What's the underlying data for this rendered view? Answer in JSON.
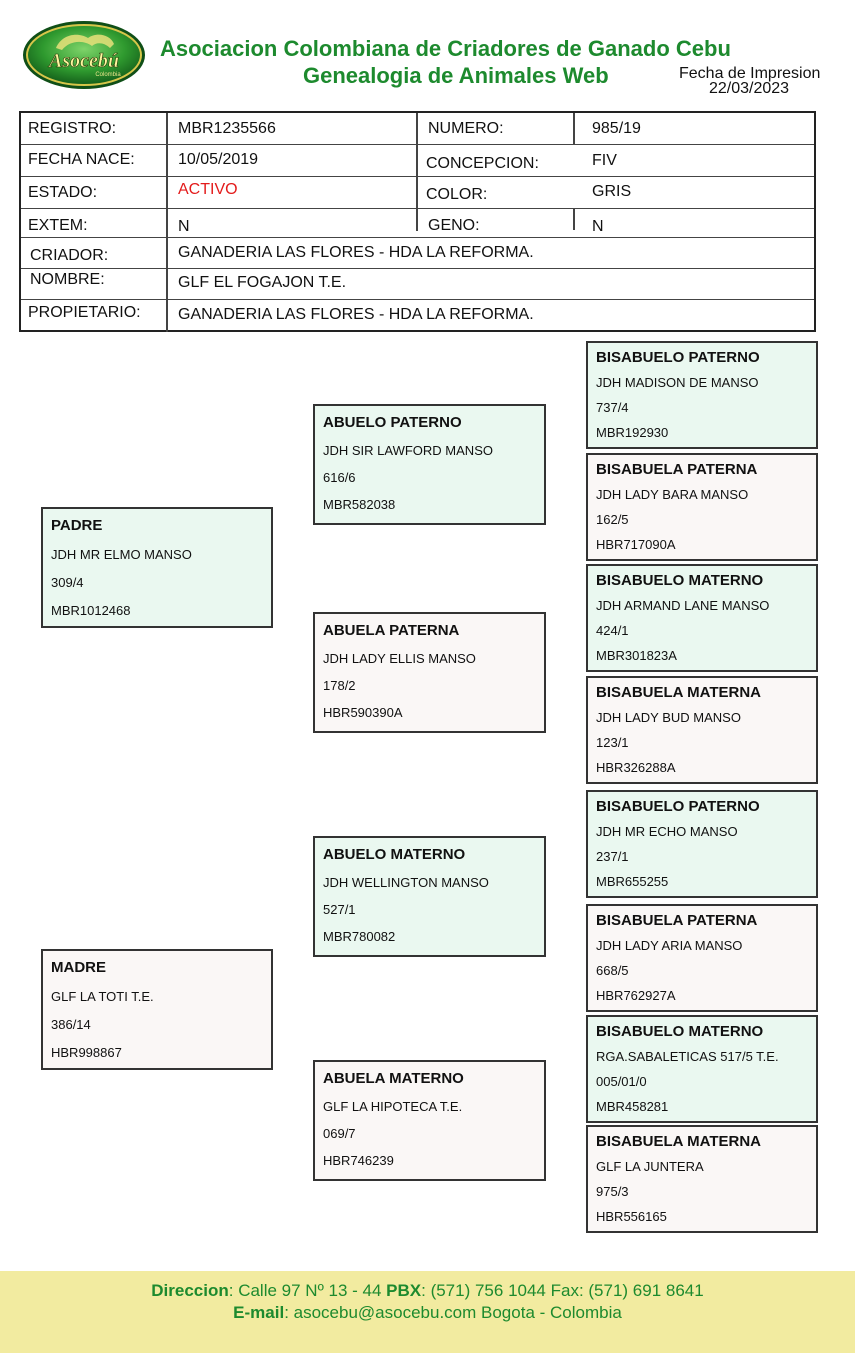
{
  "header": {
    "logo_text": "Asocebú",
    "logo_sub": "Colombia",
    "title_line1": "Asociacion Colombiana de Criadores de Ganado Cebu",
    "title_line2": "Genealogia de Animales Web",
    "print_label": "Fecha de Impresion",
    "print_date": "22/03/2023"
  },
  "info": {
    "registro_label": "REGISTRO:",
    "registro": "MBR1235566",
    "numero_label": "NUMERO:",
    "numero": "985/19",
    "fecha_label": "FECHA NACE:",
    "fecha": "10/05/2019",
    "concepcion_label": "CONCEPCION:",
    "concepcion": "FIV",
    "estado_label": "ESTADO:",
    "estado": "ACTIVO",
    "color_label": "COLOR:",
    "color": "GRIS",
    "extem_label": "EXTEM:",
    "extem": "N",
    "geno_label": "GENO:",
    "geno": "N",
    "criador_label": "CRIADOR:",
    "criador": "GANADERIA LAS FLORES - HDA LA REFORMA.",
    "nombre_label": "NOMBRE:",
    "nombre": "GLF EL FOGAJON T.E.",
    "propietario_label": "PROPIETARIO:",
    "propietario": "GANADERIA LAS FLORES - HDA LA REFORMA."
  },
  "pedigree": {
    "padre": {
      "title": "PADRE",
      "name": "JDH MR ELMO MANSO",
      "number": "309/4",
      "reg": "MBR1012468"
    },
    "madre": {
      "title": "MADRE",
      "name": "GLF LA TOTI T.E.",
      "number": "386/14",
      "reg": "HBR998867"
    },
    "abuelo_paterno": {
      "title": "ABUELO PATERNO",
      "name": "JDH SIR LAWFORD MANSO",
      "number": "616/6",
      "reg": "MBR582038"
    },
    "abuela_paterna": {
      "title": "ABUELA PATERNA",
      "name": "JDH LADY ELLIS MANSO",
      "number": "178/2",
      "reg": "HBR590390A"
    },
    "abuelo_materno": {
      "title": "ABUELO MATERNO",
      "name": "JDH WELLINGTON MANSO",
      "number": "527/1",
      "reg": "MBR780082"
    },
    "abuela_materna": {
      "title": "ABUELA MATERNO",
      "name": "GLF LA HIPOTECA T.E.",
      "number": "069/7",
      "reg": "HBR746239"
    },
    "bisabuelos": [
      {
        "title": "BISABUELO PATERNO",
        "name": "JDH MADISON DE MANSO",
        "number": "737/4",
        "reg": "MBR192930"
      },
      {
        "title": "BISABUELA PATERNA",
        "name": "JDH LADY BARA MANSO",
        "number": "162/5",
        "reg": "HBR717090A"
      },
      {
        "title": "BISABUELO MATERNO",
        "name": "JDH ARMAND LANE MANSO",
        "number": "424/1",
        "reg": "MBR301823A"
      },
      {
        "title": "BISABUELA MATERNA",
        "name": "JDH LADY BUD MANSO",
        "number": "123/1",
        "reg": "HBR326288A"
      },
      {
        "title": "BISABUELO PATERNO",
        "name": "JDH MR ECHO MANSO",
        "number": "237/1",
        "reg": "MBR655255"
      },
      {
        "title": "BISABUELA PATERNA",
        "name": "JDH LADY ARIA MANSO",
        "number": "668/5",
        "reg": "HBR762927A"
      },
      {
        "title": "BISABUELO MATERNO",
        "name": "RGA.SABALETICAS 517/5  T.E.",
        "number": "005/01/0",
        "reg": "MBR458281"
      },
      {
        "title": "BISABUELA MATERNA",
        "name": "GLF LA JUNTERA",
        "number": "975/3",
        "reg": "HBR556165"
      }
    ]
  },
  "footer": {
    "dir_label": "Direccion",
    "dir_value": ": Calle 97 Nº 13 - 44 ",
    "pbx_label": "PBX",
    "pbx_value": ": (571) 756 1044 Fax: (571) 691 8641",
    "email_label": "E-mail",
    "email_value": ": asocebu@asocebu.com Bogota - Colombia"
  },
  "colors": {
    "brand_green": "#1d8a2e",
    "status_red": "#e31b1b",
    "male_box": "#eaf8f0",
    "female_box": "#faf7f6",
    "footer_bg": "#f2eba0"
  }
}
